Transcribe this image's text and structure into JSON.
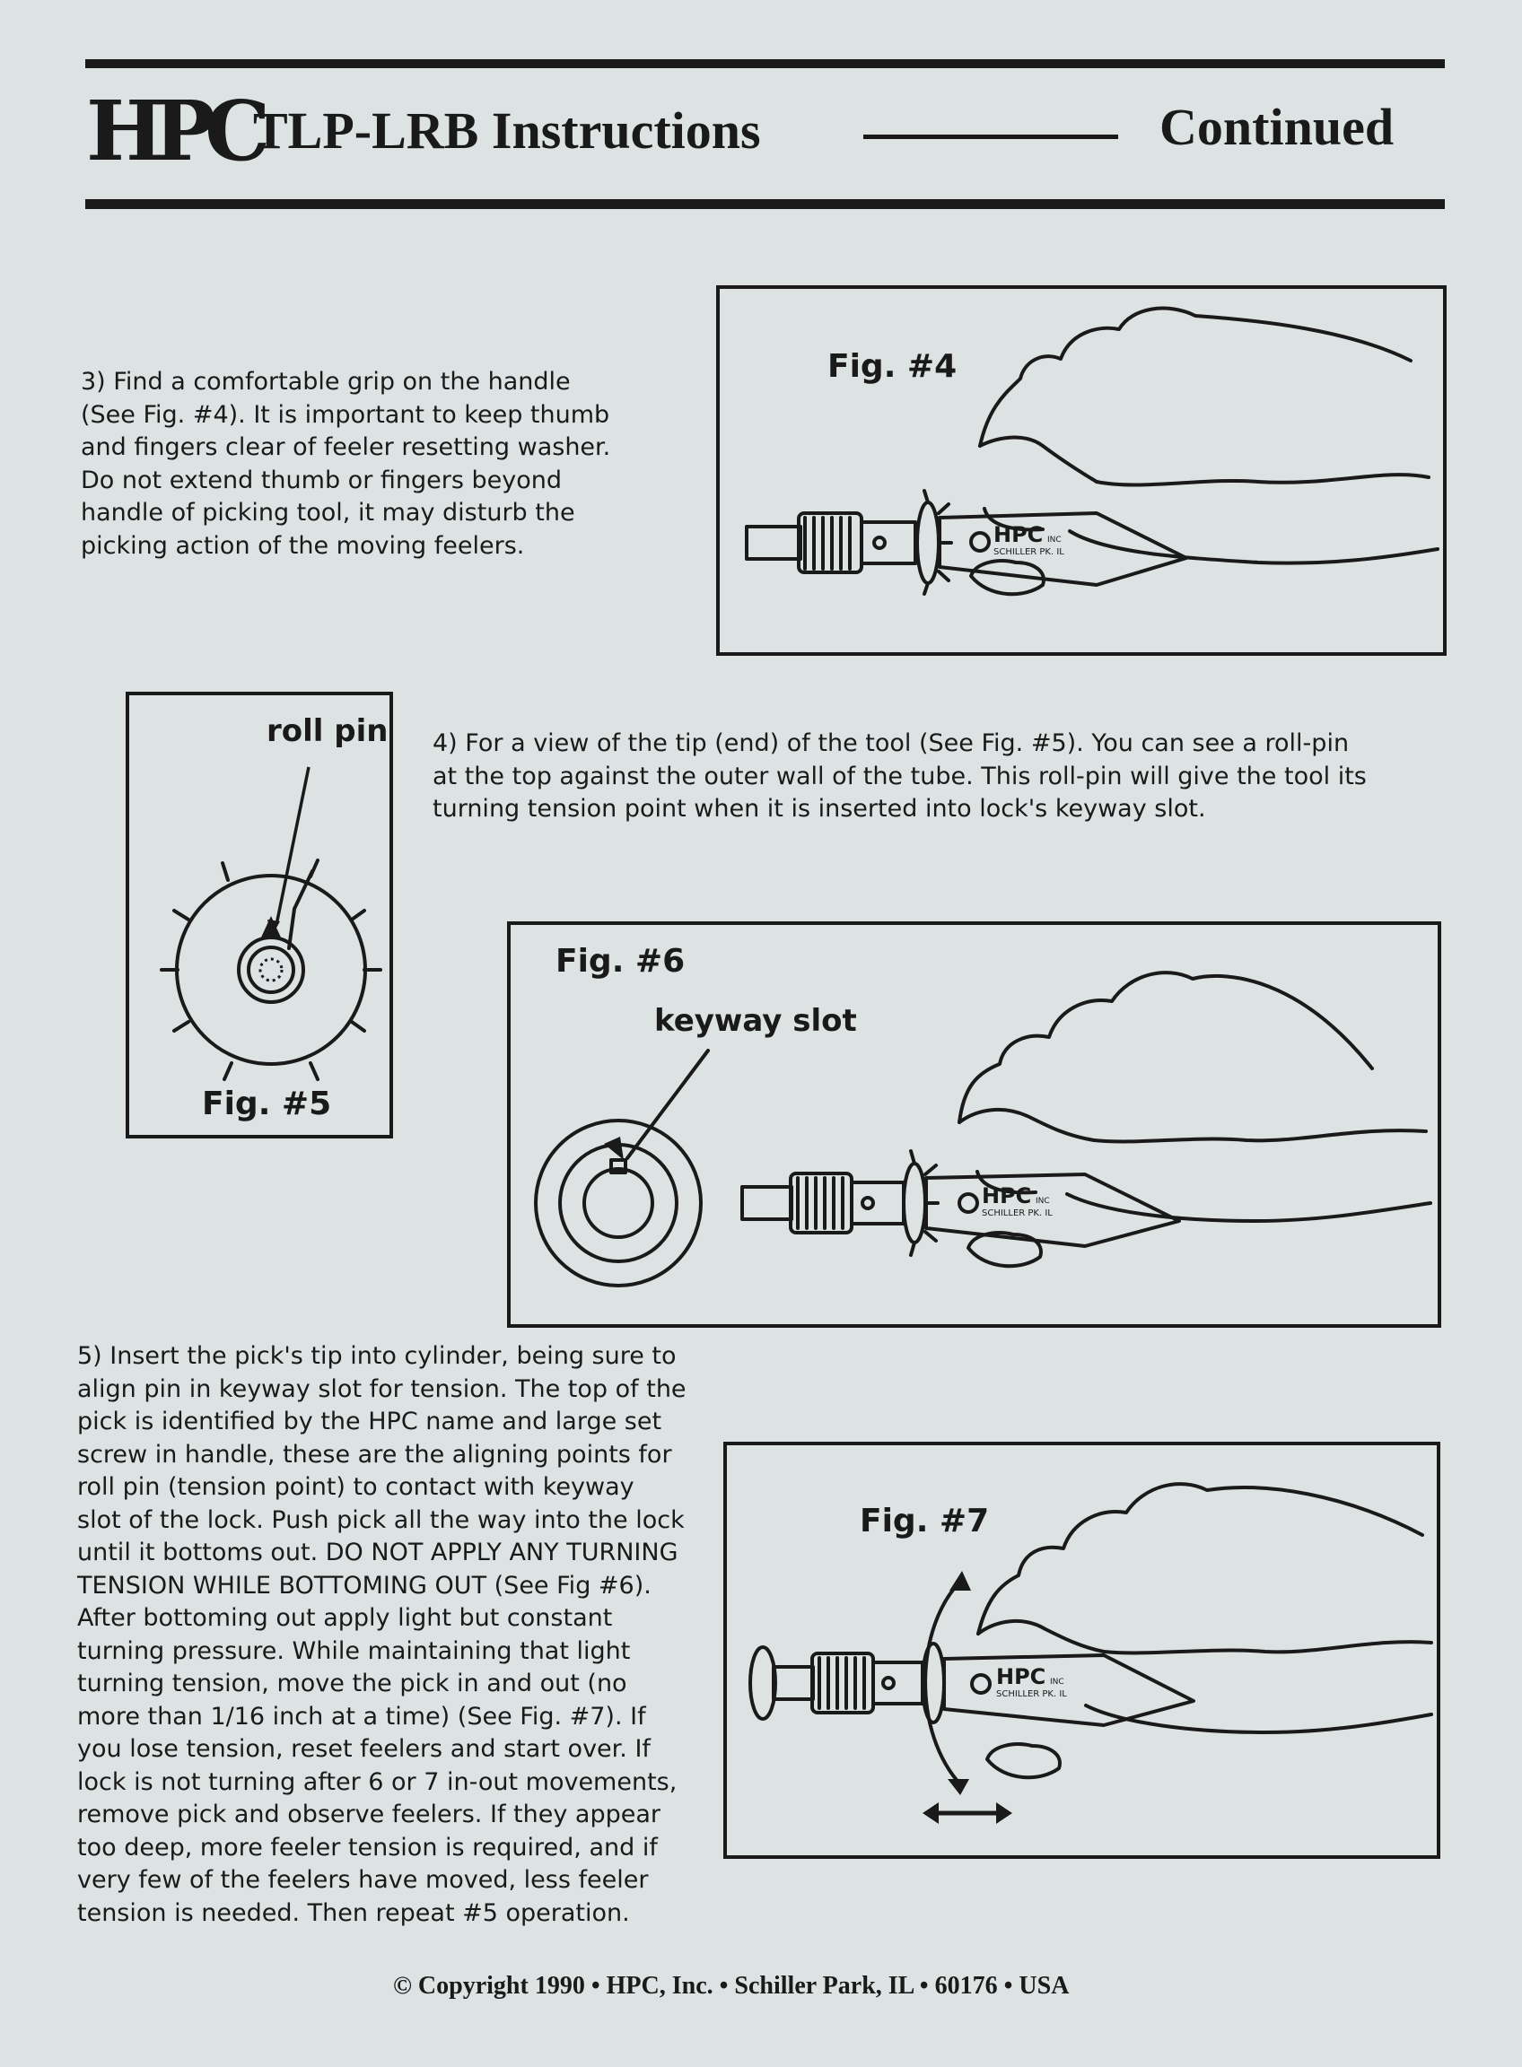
{
  "header": {
    "logo_text": "HPC",
    "title": "TLP-LRB Instructions",
    "continued": "Continued"
  },
  "step3": {
    "lines": [
      "3)  Find a comfortable grip on the handle",
      "(See Fig. #4).  It is important  to keep thumb",
      "and fingers clear of feeler resetting washer.",
      "Do  not  extend  thumb  or  fingers  beyond",
      "handle of picking tool, it may disturb the",
      "picking action of the moving feelers."
    ]
  },
  "step4": {
    "lines": [
      "4)  For a view of the tip (end) of the tool (See Fig. #5).  You can see a roll-pin",
      "at the top against the outer wall of the tube.  This roll-pin will give the tool its",
      "turning tension point when it is inserted into lock's keyway slot."
    ]
  },
  "step5": {
    "lines": [
      "5)  Insert the pick's tip into cylinder, being sure to",
      "align pin in keyway slot for tension.  The top of the",
      "pick is identified by the HPC name and large set",
      "screw in handle, these are the aligning points for",
      "roll pin (tension point) to contact with keyway",
      "slot of the lock.  Push pick all the way into the lock",
      "until it bottoms out.  DO NOT APPLY ANY TURNING",
      "TENSION  WHILE  BOTTOMING  OUT  (See Fig #6).",
      "After  bottoming  out  apply  light  but  constant",
      "turning  pressure.   While  maintaining  that  light",
      "turning tension, move the pick in and out (no",
      "more  than  1/16  inch  at  a  time)  (See Fig. #7).   If",
      "you lose tension, reset feelers and start over.  If",
      "lock is not turning after 6 or 7 in-out movements,",
      "remove pick and observe feelers.  If they appear",
      "too deep, more feeler tension is required, and if",
      "very few of the feelers have moved, less feeler",
      "tension is needed.  Then repeat #5 operation."
    ]
  },
  "figures": {
    "fig4": {
      "label": "Fig. #4",
      "brand": "HPC",
      "brand_small": "INC",
      "brand_sub": "SCHILLER PK. IL"
    },
    "fig5": {
      "label": "Fig. #5",
      "callout": "roll pin"
    },
    "fig6": {
      "label": "Fig. #6",
      "callout": "keyway slot",
      "brand": "HPC",
      "brand_small": "INC",
      "brand_sub": "SCHILLER PK. IL"
    },
    "fig7": {
      "label": "Fig. #7",
      "brand": "HPC",
      "brand_small": "INC",
      "brand_sub": "SCHILLER PK. IL"
    }
  },
  "footer": {
    "copyright": "© Copyright 1990 • HPC, Inc. • Schiller Park, IL • 60176 • USA"
  }
}
